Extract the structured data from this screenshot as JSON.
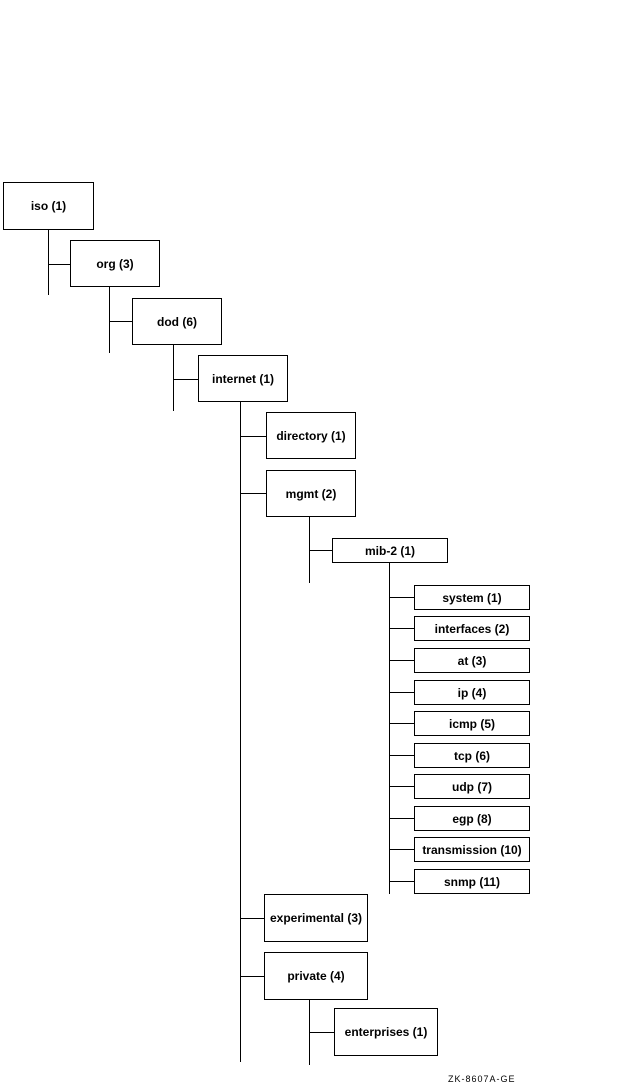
{
  "tree": {
    "iso": "iso (1)",
    "org": "org (3)",
    "dod": "dod (6)",
    "internet": "internet (1)",
    "directory": "directory (1)",
    "mgmt": "mgmt (2)",
    "mib2": "mib-2 (1)",
    "mib2_children": [
      "system (1)",
      "interfaces (2)",
      "at (3)",
      "ip (4)",
      "icmp (5)",
      "tcp (6)",
      "udp (7)",
      "egp (8)",
      "transmission (10)",
      "snmp (11)"
    ],
    "experimental": "experimental (3)",
    "private": "private (4)",
    "enterprises": "enterprises (1)"
  },
  "figure_id": "ZK-8607A-GE"
}
